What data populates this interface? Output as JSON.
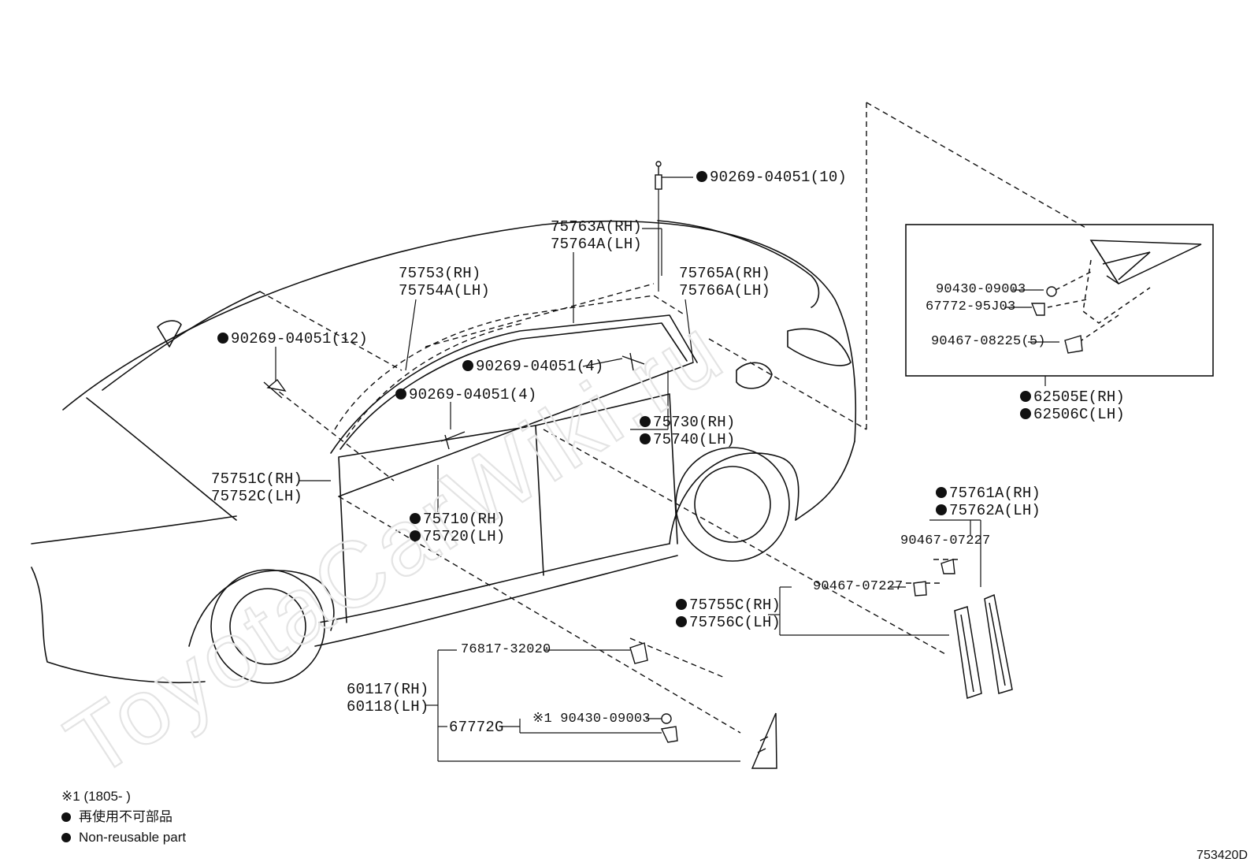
{
  "watermark": "ToyotaCarWiki.ru",
  "diagram_code": "753420D",
  "labels": {
    "l_90269_10": "90269-04051(10)",
    "l_75763": "75763A(RH)",
    "l_75764": "75764A(LH)",
    "l_75753": "75753(RH)",
    "l_75754": "75754A(LH)",
    "l_75765": "75765A(RH)",
    "l_75766": "75766A(LH)",
    "l_90269_12": "90269-04051(12)",
    "l_90269_4a": "90269-04051(4)",
    "l_90269_4b": "90269-04051(4)",
    "l_75730": "75730(RH)",
    "l_75740": "75740(LH)",
    "l_75751": "75751C(RH)",
    "l_75752": "75752C(LH)",
    "l_75710": "75710(RH)",
    "l_75720": "75720(LH)",
    "l_90430_top": "90430-09003",
    "l_67772": "67772-95J03",
    "l_90467_08225": "90467-08225(5)",
    "l_62505": "62505E(RH)",
    "l_62506": "62506C(LH)",
    "l_75761": "75761A(RH)",
    "l_75762": "75762A(LH)",
    "l_90467_a": "90467-07227",
    "l_90467_b": "90467-07227",
    "l_75755": "75755C(RH)",
    "l_75756": "75756C(LH)",
    "l_76817": "76817-32020",
    "l_60117": "60117(RH)",
    "l_60118": "60118(LH)",
    "l_67772g": "67772G",
    "l_note_ref": "※1 90430-09003"
  },
  "legend": {
    "note": "※1 (1805-        )",
    "jp": "再使用不可部品",
    "en": "Non-reusable part"
  }
}
